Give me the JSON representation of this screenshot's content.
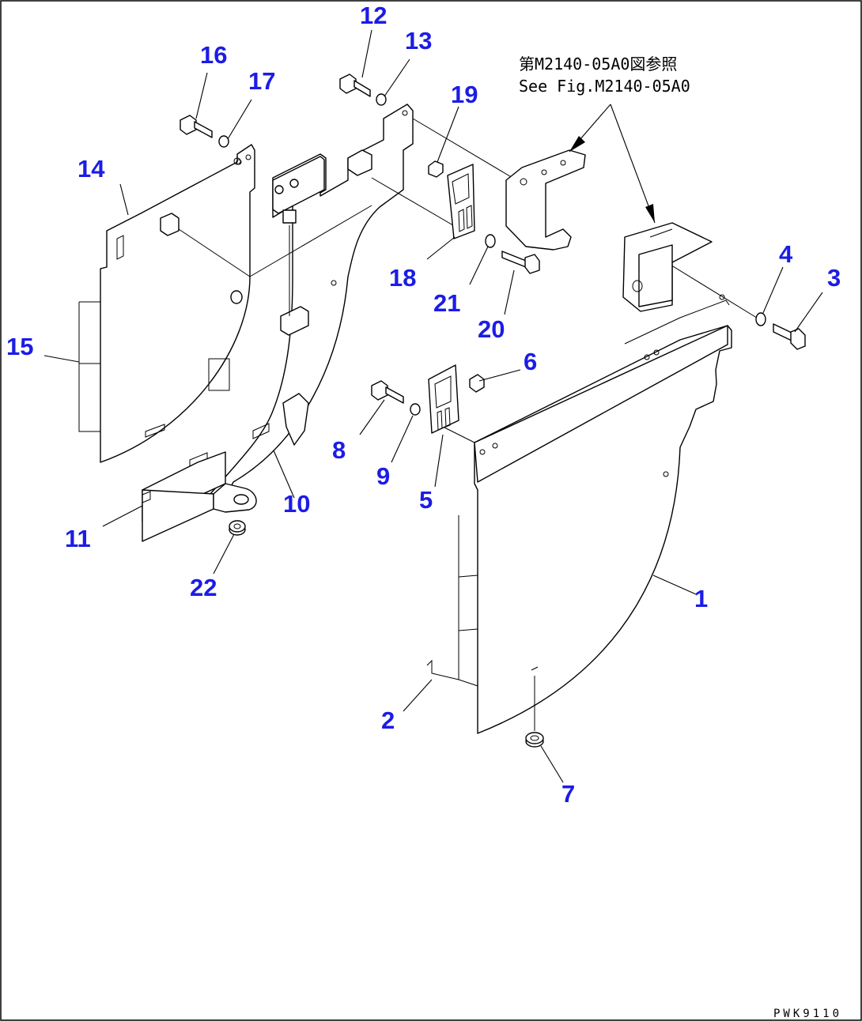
{
  "figure": {
    "reference_note_jp": "第M2140-05A0図参照",
    "reference_note_en": "See Fig.M2140-05A0",
    "drawing_code": "PWK9110"
  },
  "callouts": [
    "1",
    "2",
    "3",
    "4",
    "5",
    "6",
    "7",
    "8",
    "9",
    "10",
    "11",
    "12",
    "13",
    "14",
    "15",
    "16",
    "17",
    "18",
    "19",
    "20",
    "21",
    "22"
  ]
}
